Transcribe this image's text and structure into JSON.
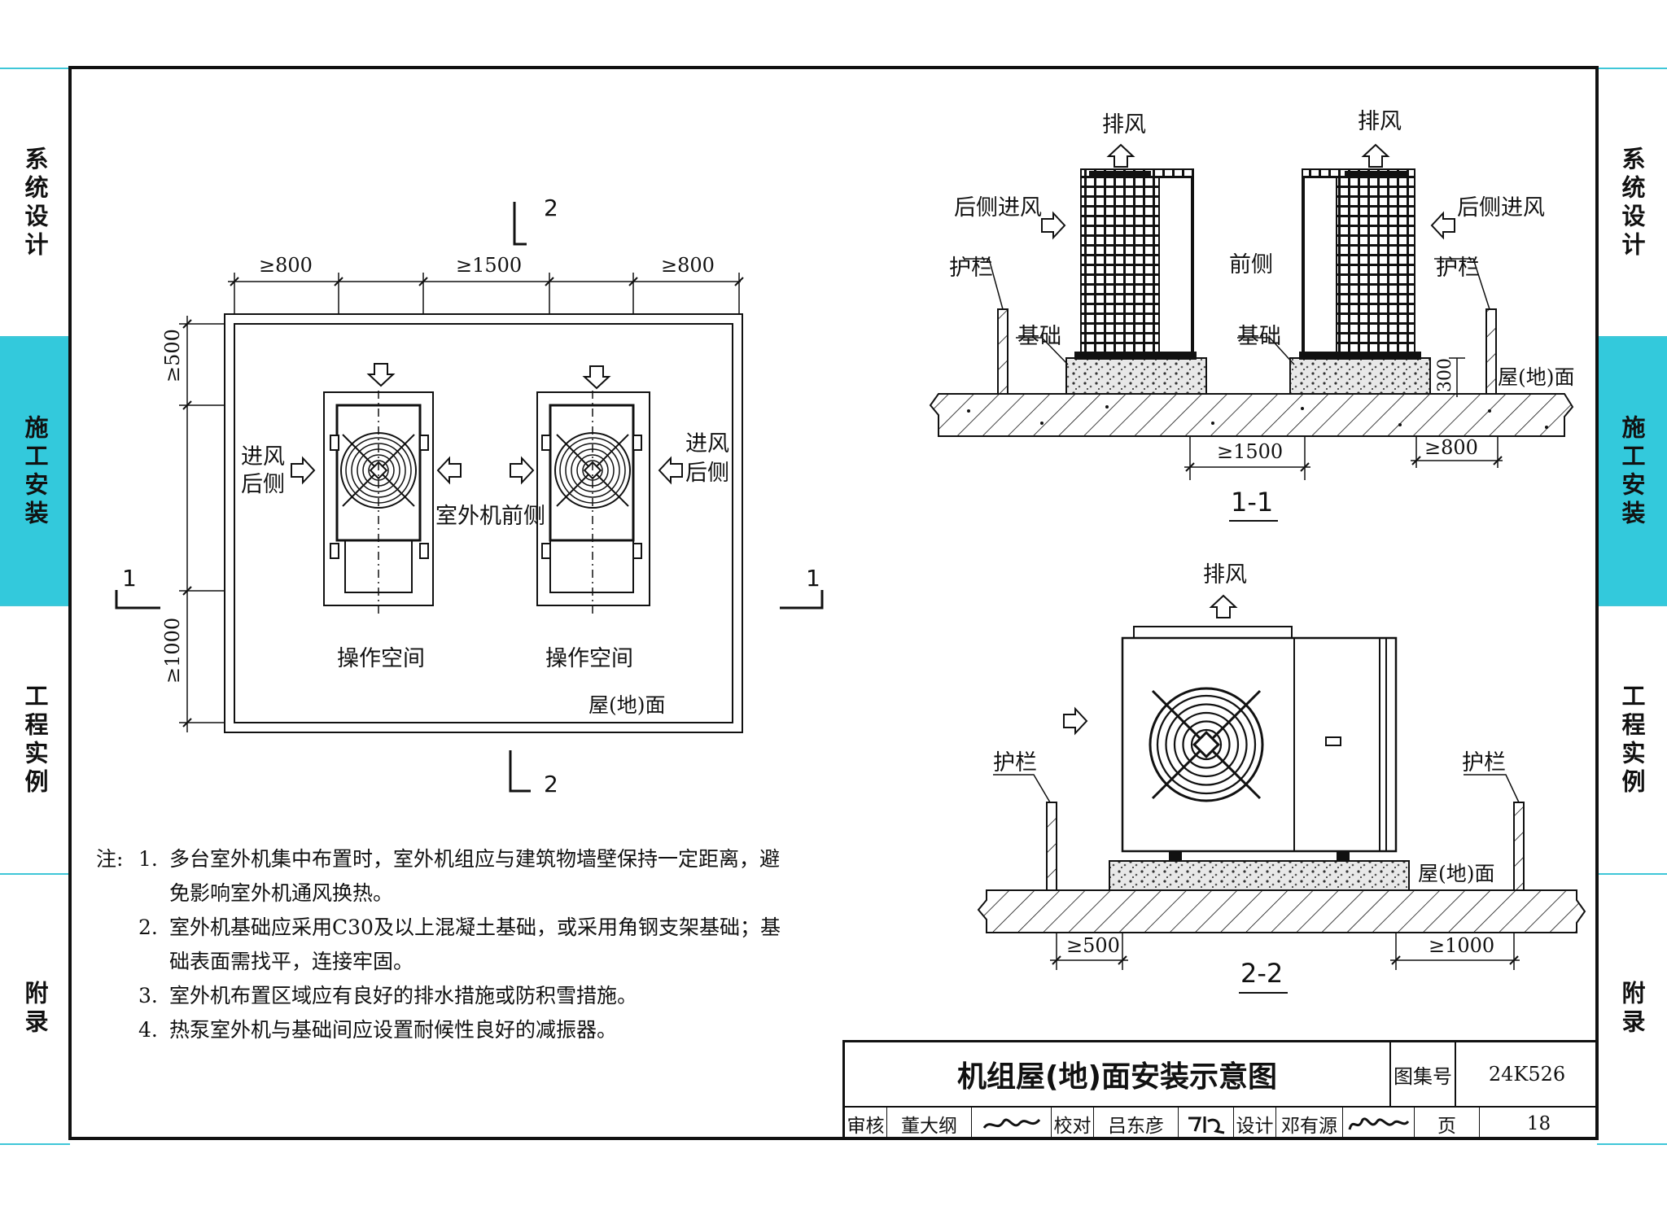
{
  "side_tabs": [
    "系统设计",
    "施工安装",
    "工程实例",
    "附录"
  ],
  "active_tab": "施工安装",
  "colors": {
    "accent": "#33c9dc",
    "line": "#111111"
  },
  "plan": {
    "section_marks": {
      "s1": "1",
      "s2": "2"
    },
    "dims": {
      "left": "≥800",
      "middle": "≥1500",
      "right": "≥800",
      "top": "≥500",
      "bottom": "≥1000"
    },
    "labels": {
      "intake_left_1": "进风",
      "intake_left_2": "后侧",
      "intake_right_1": "进风",
      "intake_right_2": "后侧",
      "front": "室外机前侧",
      "op_space_1": "操作空间",
      "op_space_2": "操作空间",
      "floor": "屋(地)面"
    }
  },
  "section11": {
    "title": "1-1",
    "labels": {
      "exhaust_1": "排风",
      "exhaust_2": "排风",
      "rear_intake_1": "后侧进风",
      "rear_intake_2": "后侧进风",
      "front": "前侧",
      "rail_1": "护栏",
      "rail_2": "护栏",
      "base_1": "基础",
      "base_2": "基础",
      "floor": "屋(地)面"
    },
    "dims": {
      "height": "300",
      "gap": "≥1500",
      "side": "≥800"
    }
  },
  "section22": {
    "title": "2-2",
    "labels": {
      "exhaust": "排风",
      "rail_1": "护栏",
      "rail_2": "护栏",
      "floor": "屋(地)面"
    },
    "dims": {
      "left": "≥500",
      "right": "≥1000"
    }
  },
  "notes": {
    "label": "注:",
    "items": [
      {
        "num": "1.",
        "lines": [
          "多台室外机集中布置时，室外机组应与建筑物墙壁保持一定距离，避",
          "免影响室外机通风换热。"
        ]
      },
      {
        "num": "2.",
        "lines": [
          "室外机基础应采用C30及以上混凝土基础，或采用角钢支架基础；基",
          "础表面需找平，连接牢固。"
        ]
      },
      {
        "num": "3.",
        "lines": [
          "室外机布置区域应有良好的排水措施或防积雪措施。"
        ]
      },
      {
        "num": "4.",
        "lines": [
          "热泵室外机与基础间应设置耐候性良好的减振器。"
        ]
      }
    ]
  },
  "title_block": {
    "title": "机组屋(地)面安装示意图",
    "atlas_label": "图集号",
    "atlas_no": "24K526",
    "review_label": "审核",
    "reviewer": "董大纲",
    "check_label": "校对",
    "checker": "吕东彦",
    "design_label": "设计",
    "designer": "邓有源",
    "page_label": "页",
    "page_no": "18"
  }
}
